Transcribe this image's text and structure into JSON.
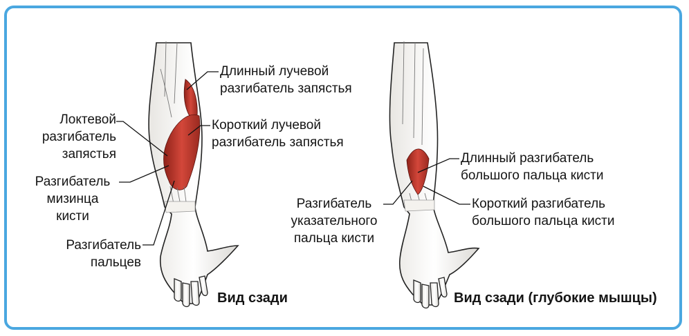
{
  "colors": {
    "border": "#4aa7e0",
    "muscle_red": "#c0362c",
    "outline": "#222222"
  },
  "left_figure": {
    "caption": "Вид сзади",
    "labels": {
      "long_radial": [
        "Длинный лучевой",
        "разгибатель запястья"
      ],
      "short_radial": [
        "Короткий лучевой",
        "разгибатель запястья"
      ],
      "ulnar": [
        "Локтевой",
        "разгибатель",
        "запястья"
      ],
      "digiti_minimi": [
        "Разгибатель",
        "мизинца",
        "кисти"
      ],
      "digitorum": [
        "Разгибатель",
        "пальцев"
      ]
    }
  },
  "right_figure": {
    "caption": "Вид сзади (глубокие мышцы)",
    "labels": {
      "abductor_long": [
        "Длинный разгибатель",
        "большого пальца кисти"
      ],
      "short_thumb": [
        "Короткий разгибатель",
        "большого пальца кисти"
      ],
      "indicis": [
        "Разгибатель",
        "указательного",
        "пальца кисти"
      ]
    }
  }
}
